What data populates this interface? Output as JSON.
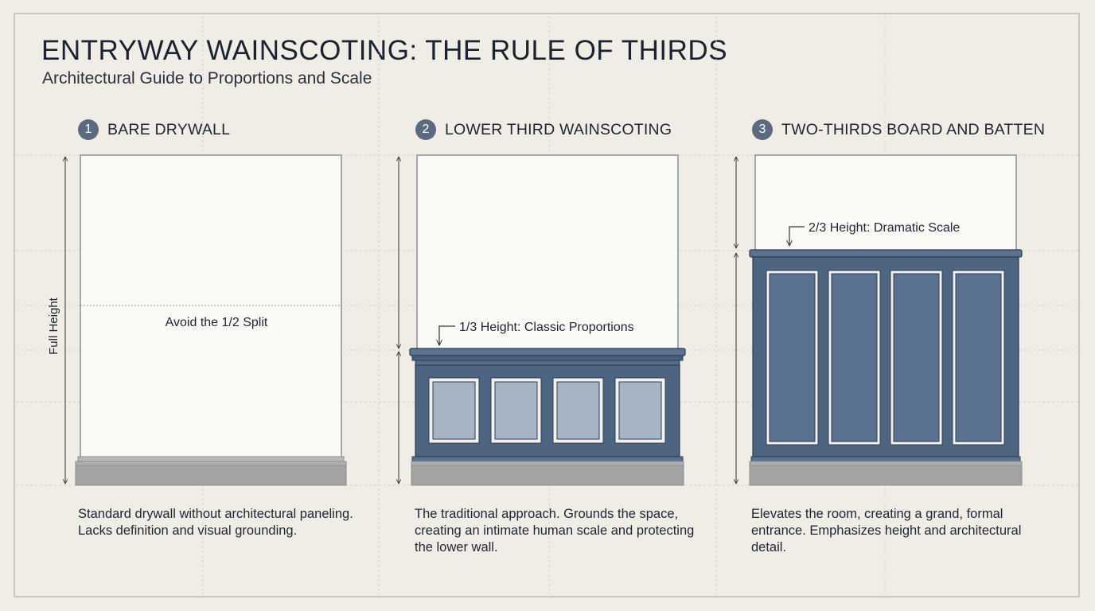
{
  "header": {
    "title": "ENTRYWAY WAINSCOTING: THE RULE OF THIRDS",
    "subtitle": "Architectural Guide to Proportions and Scale"
  },
  "colors": {
    "background": "#efede6",
    "wall": "#fafaf7",
    "navy_panel": "#4d6581",
    "light_panel": "#a5b5c5",
    "baseboard_gray": "#a3a3a3",
    "badge": "#5b6a80"
  },
  "panels": [
    {
      "number": "1",
      "title": "BARE DRYWALL",
      "annotation": "Avoid the 1/2 Split",
      "dimension_label": "Full Height",
      "description": "Standard drywall without architectural paneling. Lacks definition and visual grounding."
    },
    {
      "number": "2",
      "title": "LOWER THIRD WAINSCOTING",
      "annotation": "1/3 Height: Classic Proportions",
      "description": "The traditional approach. Grounds the space, creating an intimate human scale and protecting the lower wall."
    },
    {
      "number": "3",
      "title": "TWO-THIRDS BOARD AND BATTEN",
      "annotation": "2/3 Height: Dramatic Scale",
      "description": "Elevates the room, creating a grand, formal entrance. Emphasizes height and architectural detail."
    }
  ]
}
